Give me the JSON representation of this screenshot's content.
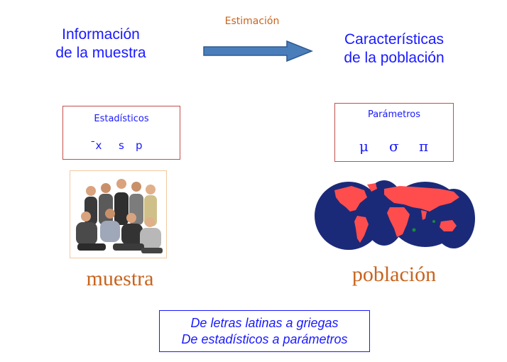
{
  "sample_info": {
    "line1": "Información",
    "line2": "de la muestra"
  },
  "population_chars": {
    "line1": "Características",
    "line2": "de la población"
  },
  "estimation_label": "Estimación",
  "statistics": {
    "title": "Estadísticos",
    "symbols": [
      "¯x",
      "s",
      "p"
    ]
  },
  "parameters": {
    "title": "Parámetros",
    "symbols": [
      "μ",
      "σ",
      "π"
    ]
  },
  "sample_label": "muestra",
  "population_label": "población",
  "summary": {
    "line1": "De letras latinas a griegas",
    "line2": "De estadísticos a parámetros"
  },
  "colors": {
    "blue_text": "#1a1aff",
    "orange_text": "#c8641e",
    "box_border": "#c0504d",
    "arrow_fill": "#4a7ebb",
    "map_ocean": "#1b2a78",
    "map_land": "#ff4d4d"
  },
  "icons": {
    "arrow": "right-arrow-icon",
    "photo": "group-people-photo",
    "map": "world-map-icon"
  }
}
